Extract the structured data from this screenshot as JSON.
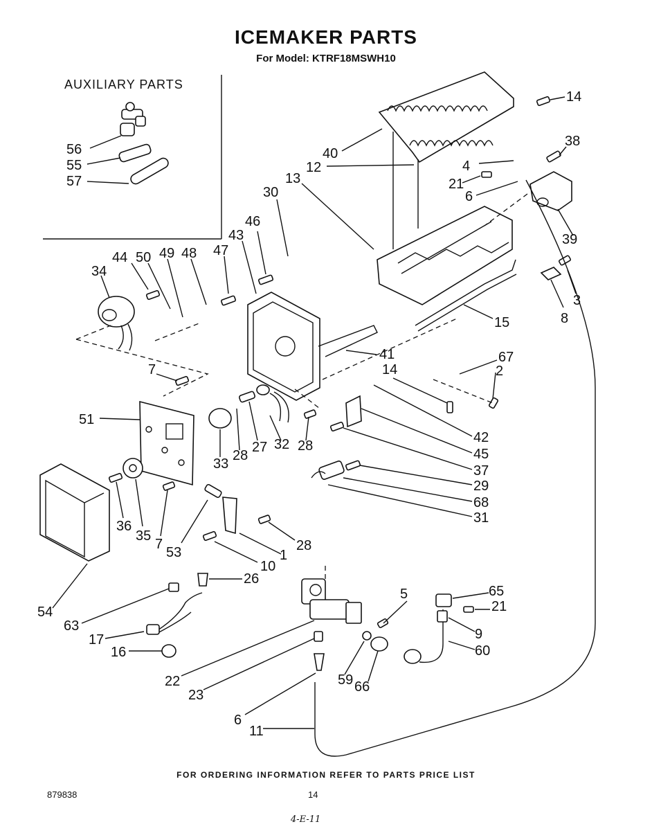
{
  "header": {
    "title": "ICEMAKER PARTS",
    "subtitle": "For Model: KTRF18MSWH10"
  },
  "auxiliary": {
    "heading": "AUXILIARY PARTS"
  },
  "callouts": [
    "56",
    "55",
    "57",
    "14",
    "38",
    "40",
    "12",
    "4",
    "21",
    "6",
    "13",
    "30",
    "46",
    "43",
    "44",
    "50",
    "49",
    "48",
    "47",
    "34",
    "39",
    "3",
    "8",
    "15",
    "41",
    "67",
    "2",
    "7",
    "14",
    "51",
    "42",
    "45",
    "37",
    "33",
    "28",
    "27",
    "32",
    "28",
    "29",
    "68",
    "31",
    "36",
    "35",
    "7",
    "53",
    "28",
    "1",
    "10",
    "26",
    "54",
    "63",
    "17",
    "16",
    "5",
    "65",
    "21",
    "9",
    "60",
    "22",
    "23",
    "59",
    "66",
    "6",
    "11"
  ],
  "footer": {
    "note": "FOR ORDERING INFORMATION REFER TO PARTS PRICE LIST",
    "doc_number": "879838",
    "page_number": "14",
    "handwritten": "4-E-11"
  }
}
